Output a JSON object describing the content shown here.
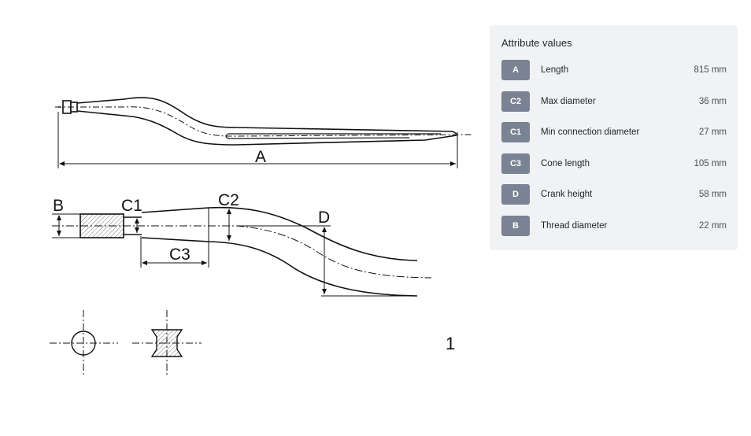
{
  "drawing": {
    "labels": {
      "a": "A",
      "b": "B",
      "c1": "C1",
      "c2": "C2",
      "c3": "C3",
      "d": "D"
    },
    "figure_number": "1"
  },
  "attributes": {
    "title": "Attribute values",
    "rows": [
      {
        "code": "A",
        "name": "Length",
        "value": "815 mm"
      },
      {
        "code": "C2",
        "name": "Max diameter",
        "value": "36 mm"
      },
      {
        "code": "C1",
        "name": "Min connection diameter",
        "value": "27 mm"
      },
      {
        "code": "C3",
        "name": "Cone length",
        "value": "105 mm"
      },
      {
        "code": "D",
        "name": "Crank height",
        "value": "58 mm"
      },
      {
        "code": "B",
        "name": "Thread diameter",
        "value": "22 mm"
      }
    ]
  },
  "colors": {
    "panel_bg": "#f1f2f4",
    "badge_bg": "#7a8393",
    "line": "#111111"
  }
}
